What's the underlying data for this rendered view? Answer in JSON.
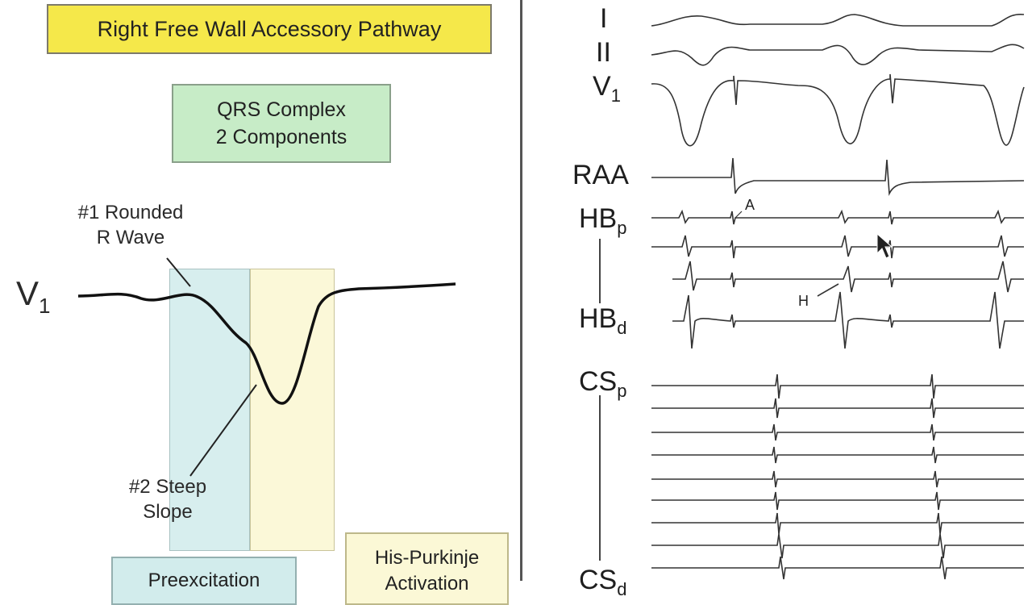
{
  "title": "Right Free Wall Accessory Pathway",
  "qrs_box": "QRS Complex\n2 Components",
  "v1_label": {
    "main": "V",
    "sub": "1"
  },
  "annotation_1": "#1 Rounded\nR Wave",
  "annotation_2": "#2 Steep\nSlope",
  "preexcitation_box": "Preexcitation",
  "his_box": "His-Purkinje\nActivation",
  "tracing_leads": {
    "I": "I",
    "II": "II",
    "V1": {
      "main": "V",
      "sub": "1"
    },
    "RAA": "RAA",
    "HBp": {
      "main": "HB",
      "sub": "p"
    },
    "HBd": {
      "main": "HB",
      "sub": "d"
    },
    "CSp": {
      "main": "CS",
      "sub": "p"
    },
    "CSd": {
      "main": "CS",
      "sub": "d"
    }
  },
  "markers": {
    "A": "A",
    "H": "H"
  },
  "colors": {
    "title_bg": "#f5e84a",
    "qrs_bg": "#c7ecc7",
    "preexcitation_bg": "#d2ecec",
    "his_bg": "#fbf8d6"
  },
  "icons": [
    "mouse-cursor-icon"
  ]
}
